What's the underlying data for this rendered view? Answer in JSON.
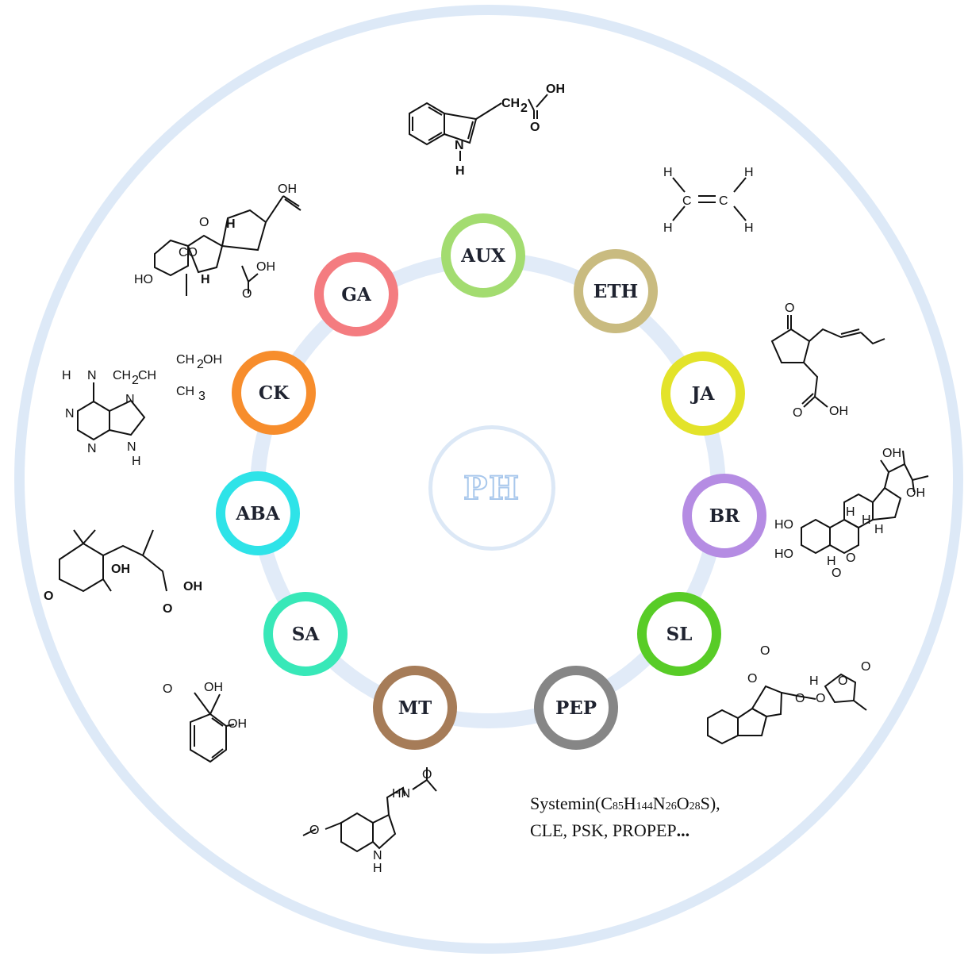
{
  "center": {
    "logo_text": "PH",
    "logo_color": "#a9c8ec"
  },
  "nodes": [
    {
      "key": "auxin",
      "label": "AUX",
      "color": "#a3dc70"
    },
    {
      "key": "ethylene",
      "label": "ETH",
      "color": "#c9bb80"
    },
    {
      "key": "jasmonate",
      "label": "JA",
      "color": "#e3e32a"
    },
    {
      "key": "brassinosteroid",
      "label": "BR",
      "color": "#b58ce3"
    },
    {
      "key": "strigolactone",
      "label": "SL",
      "color": "#58cc27"
    },
    {
      "key": "peptide",
      "label": "PEP",
      "color": "#868686"
    },
    {
      "key": "melatonin",
      "label": "MT",
      "color": "#a67c58"
    },
    {
      "key": "salicylic",
      "label": "SA",
      "color": "#38e8b8"
    },
    {
      "key": "abscisic",
      "label": "ABA",
      "color": "#2ee3e8"
    },
    {
      "key": "cytokinin",
      "label": "CK",
      "color": "#f78d2c"
    },
    {
      "key": "gibberellin",
      "label": "GA",
      "color": "#f47c80"
    }
  ],
  "structures": {
    "auxin": [
      "CH",
      "2",
      "OH",
      "O",
      "N",
      "H"
    ],
    "ethylene": [
      "H",
      "H",
      "H",
      "H",
      "C",
      "C"
    ],
    "jasmonate": [
      "O",
      "O",
      "OH"
    ],
    "brassinosteroid": [
      "OH",
      "OH",
      "HO",
      "HO",
      "H",
      "H",
      "H",
      "H",
      "O",
      "O"
    ],
    "strigolactone": [
      "O",
      "O",
      "O",
      "O",
      "O",
      "O",
      "H"
    ],
    "melatonin": [
      "HN",
      "O",
      "O",
      "N",
      "H"
    ],
    "salicylic": [
      "O",
      "OH",
      "OH"
    ],
    "abscisic": [
      "OH",
      "O",
      "O",
      "OH"
    ],
    "cytokinin": [
      "H",
      "N",
      "CH",
      "2",
      "CH",
      "CH",
      "2",
      "OH",
      "CH",
      "3",
      "N",
      "N",
      "N",
      "N",
      "H"
    ],
    "gibberellin": [
      "OH",
      "O",
      "CO",
      "H",
      "HO",
      "H",
      "OH",
      "O"
    ]
  },
  "peptide_text": {
    "line1_prefix": "Systemin(C",
    "c_count": "85",
    "h": "H",
    "h_count": "144",
    "n": "N",
    "n_count": "26",
    "o": "O",
    "o_count": "28",
    "line1_suffix": "S),",
    "line2": "CLE, PSK, PROPEP",
    "line2_ellipsis": "..."
  }
}
